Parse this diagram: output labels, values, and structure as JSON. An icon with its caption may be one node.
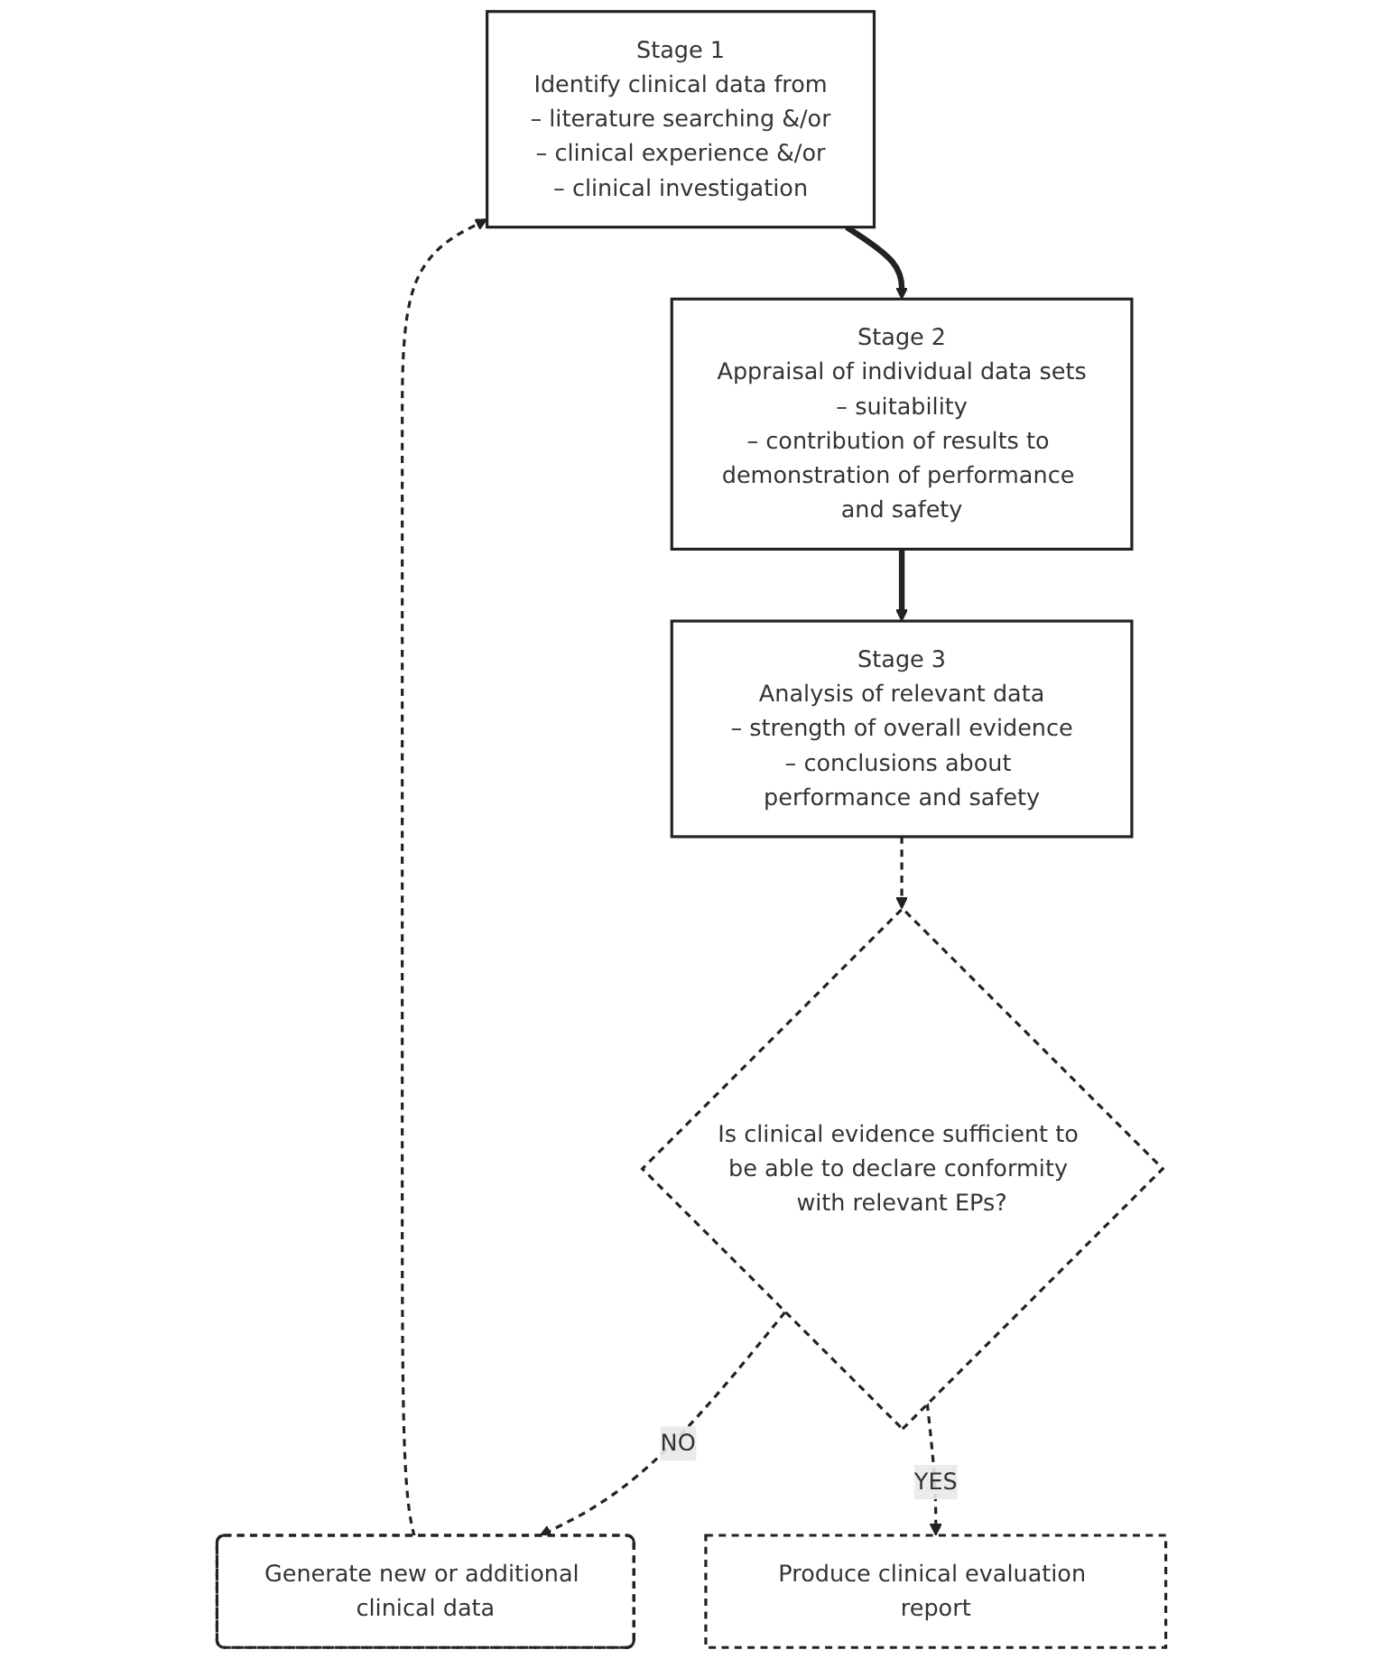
{
  "diagram": {
    "nodes": [
      {
        "text": [
          "Stage 1",
          "Identify clinical data from",
          "– literature searching &/or",
          "– clinical experience &/or",
          "– clinical investigation"
        ]
      },
      {
        "text": [
          "Stage 2",
          "Appraisal of individual data sets",
          "– suitability",
          "– contribution of results to demonstration of performance and safety"
        ]
      },
      {
        "text": [
          "Stage 3",
          "Analysis of relevant data",
          "– strength of overall evidence",
          "– conclusions about performance and safety"
        ]
      },
      {
        "text": [
          "Is clinical evidence sufficient to be able to declare conformity with relevant EPs?"
        ]
      },
      {
        "text": [
          "Generate new or additional clinical data"
        ]
      },
      {
        "text": [
          "Produce clinical evaluation report"
        ]
      }
    ],
    "edges": [
      {
        "from": 0,
        "to": 1,
        "arrow": "to",
        "style": "thick"
      },
      {
        "from": 1,
        "to": 2,
        "arrow": "to",
        "style": "thick"
      },
      {
        "from": 2,
        "to": 3,
        "arrow": "to",
        "style": "dashed"
      },
      {
        "from": 3,
        "to": 4,
        "arrow": "to",
        "style": "dashed",
        "label": "NO"
      },
      {
        "from": 4,
        "to": 0,
        "arrow": "to",
        "style": "dashed"
      },
      {
        "from": 3,
        "to": 5,
        "arrow": "to",
        "style": "dashed",
        "label": "YES"
      }
    ]
  }
}
